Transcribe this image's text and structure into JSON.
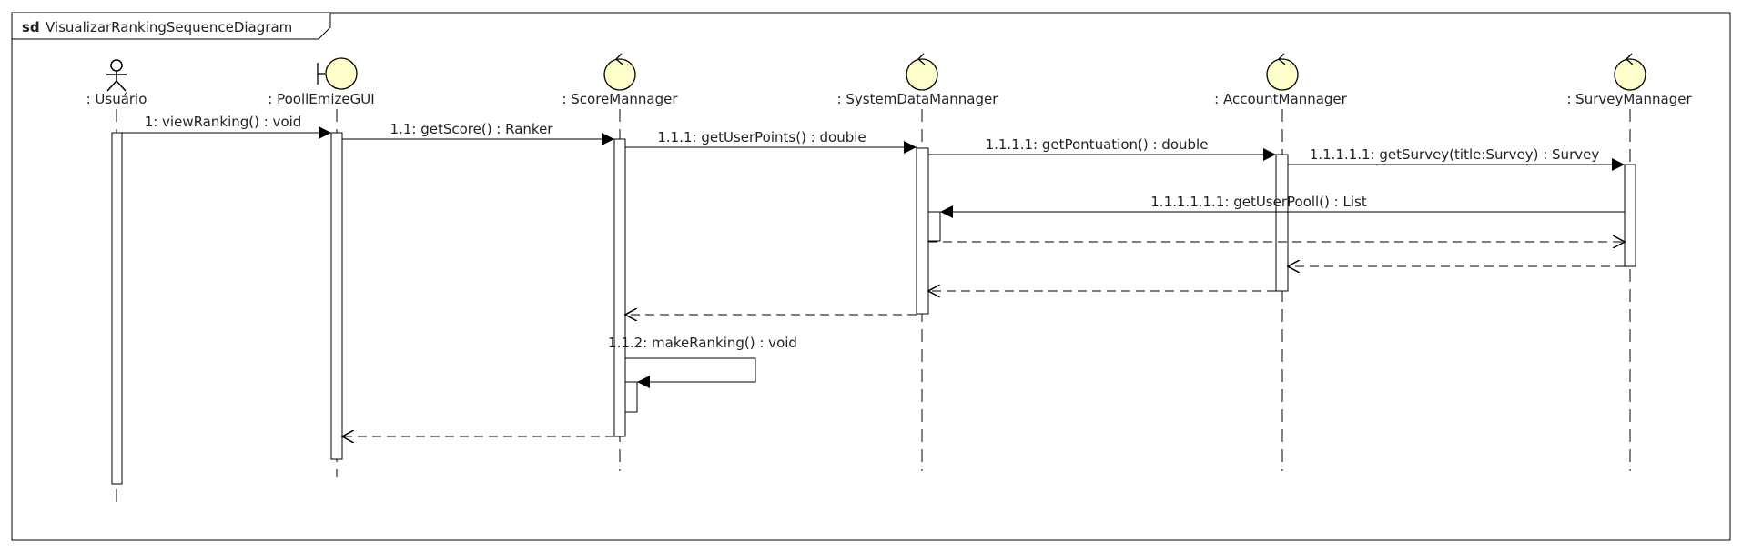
{
  "frame": {
    "keyword": "sd",
    "name": "VisualizarRankingSequenceDiagram"
  },
  "lifelines": [
    {
      "name": ": Usuário",
      "kind": "actor"
    },
    {
      "name": ": PoollEmizeGUI",
      "kind": "boundary"
    },
    {
      "name": ": ScoreMannager",
      "kind": "control"
    },
    {
      "name": ": SystemDataMannager",
      "kind": "control"
    },
    {
      "name": ": AccountMannager",
      "kind": "control"
    },
    {
      "name": ": SurveyMannager",
      "kind": "control"
    }
  ],
  "messages": [
    {
      "label": "1: viewRanking() : void",
      "from": 0,
      "to": 1,
      "kind": "sync"
    },
    {
      "label": "1.1: getScore() : Ranker",
      "from": 1,
      "to": 2,
      "kind": "sync"
    },
    {
      "label": "1.1.1: getUserPoints() : double",
      "from": 2,
      "to": 3,
      "kind": "sync"
    },
    {
      "label": "1.1.1.1: getPontuation() : double",
      "from": 3,
      "to": 4,
      "kind": "sync"
    },
    {
      "label": "1.1.1.1.1: getSurvey(title:Survey) : Survey",
      "from": 4,
      "to": 5,
      "kind": "sync"
    },
    {
      "label": "1.1.1.1.1.1: getUserPooll() : List",
      "from": 5,
      "to": 3,
      "kind": "sync"
    },
    {
      "label": "",
      "from": 3,
      "to": 5,
      "kind": "return"
    },
    {
      "label": "",
      "from": 5,
      "to": 4,
      "kind": "return"
    },
    {
      "label": "",
      "from": 4,
      "to": 3,
      "kind": "return"
    },
    {
      "label": "",
      "from": 3,
      "to": 2,
      "kind": "return"
    },
    {
      "label": "1.1.2: makeRanking() : void",
      "from": 2,
      "to": 2,
      "kind": "self"
    },
    {
      "label": "",
      "from": 2,
      "to": 1,
      "kind": "return"
    }
  ],
  "colors": {
    "stroke": "#000000",
    "fill_symbol": "#ffffcc",
    "text": "#222222"
  }
}
